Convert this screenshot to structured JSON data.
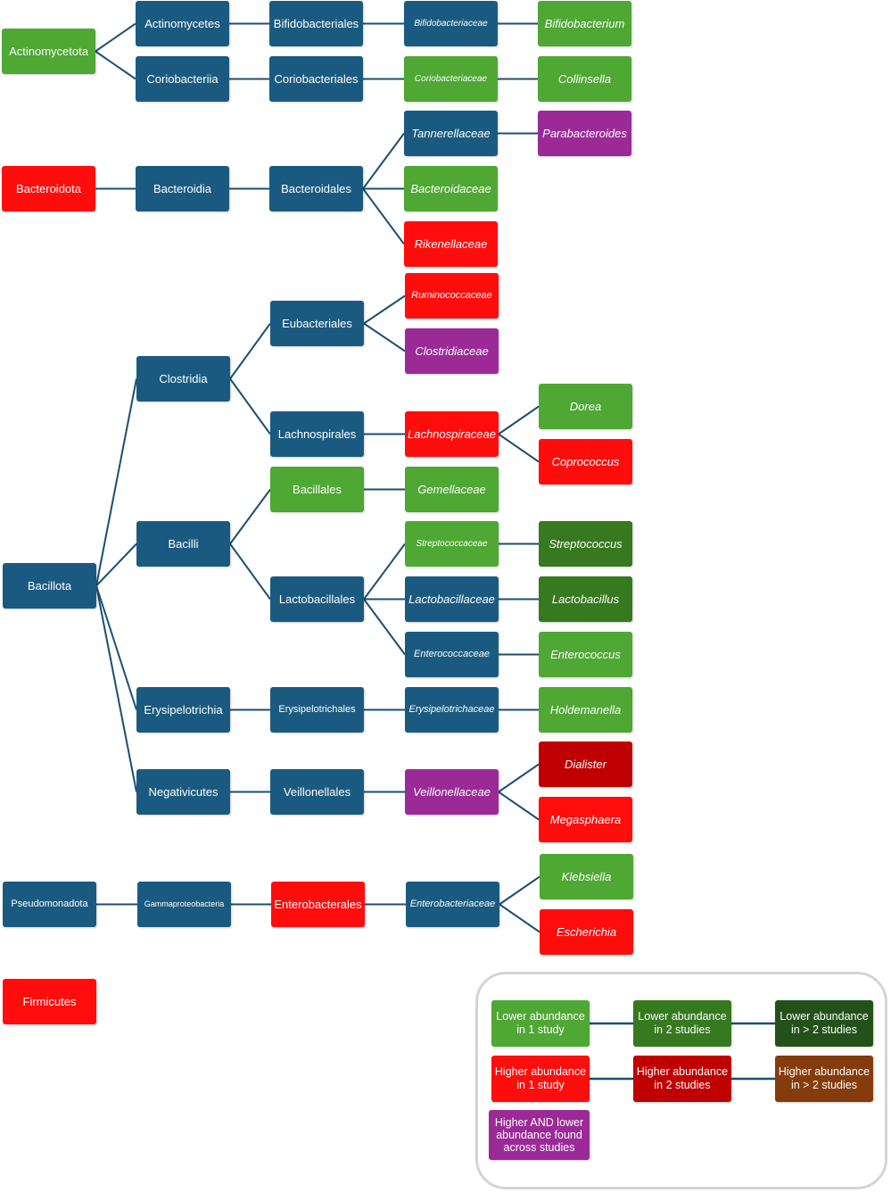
{
  "colors": {
    "taxon_blue": "#1b5a80",
    "lower_1_study": "#4fa734",
    "lower_2_studies": "#36791f",
    "lower_gt2_studies": "#23511a",
    "higher_1_study": "#ff0d0d",
    "higher_2_studies": "#c00000",
    "higher_gt2_studies": "#843c0c",
    "mixed": "#9b2a97",
    "edge": "#1b4f72"
  },
  "nodes": {
    "actinomycetota": "Actinomycetota",
    "actinomycetes": "Actinomycetes",
    "bifidobacteriales": "Bifidobacteriales",
    "bifidobacteriaceae": "Bifidobacteriaceae",
    "bifidobacterium": "Bifidobacterium",
    "coriobacteriia": "Coriobacteriia",
    "coriobacteriales": "Coriobacteriales",
    "coriobacteriaceae": "Coriobacteriaceae",
    "collinsella": "Collinsella",
    "bacteroidota": "Bacteroidota",
    "bacteroidia": "Bacteroidia",
    "bacteroidales": "Bacteroidales",
    "tannerellaceae": "Tannerellaceae",
    "parabacteroides": "Parabacteroides",
    "bacteroidaceae": "Bacteroidaceae",
    "rikenellaceae": "Rikenellaceae",
    "bacillota": "Bacillota",
    "clostridia": "Clostridia",
    "eubacteriales": "Eubacteriales",
    "ruminococcaceae": "Ruminococcaceae",
    "clostridiaceae": "Clostridiaceae",
    "lachnospirales": "Lachnospirales",
    "lachnospiraceae": "Lachnospiraceae",
    "dorea": "Dorea",
    "coprococcus": "Coprococcus",
    "bacilli": "Bacilli",
    "bacillales": "Bacillales",
    "gemellaceae": "Gemellaceae",
    "lactobacillales": "Lactobacillales",
    "streptococcaceae": "Streptococcaceae",
    "streptococcus": "Streptococcus",
    "lactobacillaceae": "Lactobacillaceae",
    "lactobacillus": "Lactobacillus",
    "enterococcaceae": "Enterococcaceae",
    "enterococcus": "Enterococcus",
    "erysipelotrichia": "Erysipelotrichia",
    "erysipelotrichales": "Erysipelotrichales",
    "erysipelotrichaceae": "Erysipelotrichaceae",
    "holdemanella": "Holdemanella",
    "negativicutes": "Negativicutes",
    "veillonellales": "Veillonellales",
    "veillonellaceae": "Veillonellaceae",
    "dialister": "Dialister",
    "megasphaera": "Megasphaera",
    "pseudomonadota": "Pseudomonadota",
    "gammaproteobacteria": "Gammaproteobacteria",
    "enterobacterales": "Enterobacterales",
    "enterobacteriaceae": "Enterobacteriaceae",
    "klebsiella": "Klebsiella",
    "escherichia": "Escherichia",
    "firmicutes": "Firmicutes"
  },
  "legend": {
    "lower_1": [
      "Lower abundance",
      "in 1 study"
    ],
    "lower_2": [
      "Lower abundance",
      "in 2 studies"
    ],
    "lower_gt2": [
      "Lower abundance",
      "in > 2 studies"
    ],
    "higher_1": [
      "Higher abundance",
      "in 1 study"
    ],
    "higher_2": [
      "Higher abundance",
      "in 2 studies"
    ],
    "higher_gt2": [
      "Higher abundance",
      "in > 2 studies"
    ],
    "mixed": [
      "Higher AND lower",
      "abundance found",
      "across studies"
    ]
  }
}
